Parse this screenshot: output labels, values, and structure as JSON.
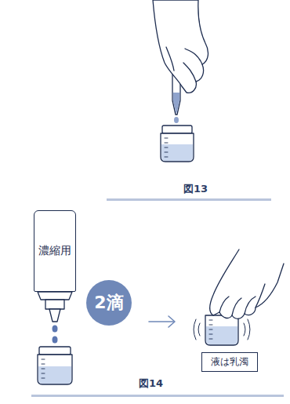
{
  "diagram": {
    "nodes": [
      {
        "text": [
          "濃縮用"
        ]
      },
      {
        "text": [
          "2滴"
        ]
      },
      {
        "text": [
          "液は乳濁"
        ]
      }
    ],
    "labels": [
      "図13",
      "図14"
    ]
  }
}
